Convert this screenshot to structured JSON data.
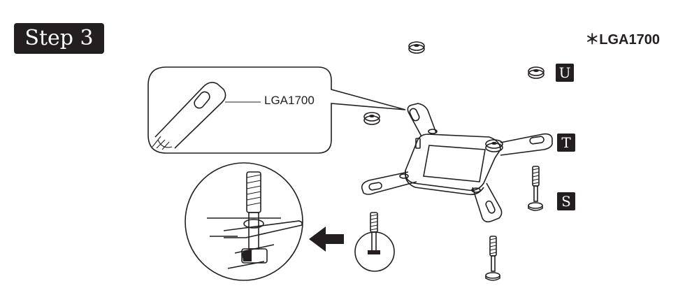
{
  "step": {
    "label": "Step 3"
  },
  "note": {
    "label": "＊LGA1700"
  },
  "callout": {
    "label": "LGA1700"
  },
  "parts": [
    {
      "letter": "U",
      "name": "standoff-nut"
    },
    {
      "letter": "T",
      "name": "backplate"
    },
    {
      "letter": "S",
      "name": "screw"
    }
  ],
  "colors": {
    "ink": "#231f20",
    "background": "#ffffff"
  }
}
